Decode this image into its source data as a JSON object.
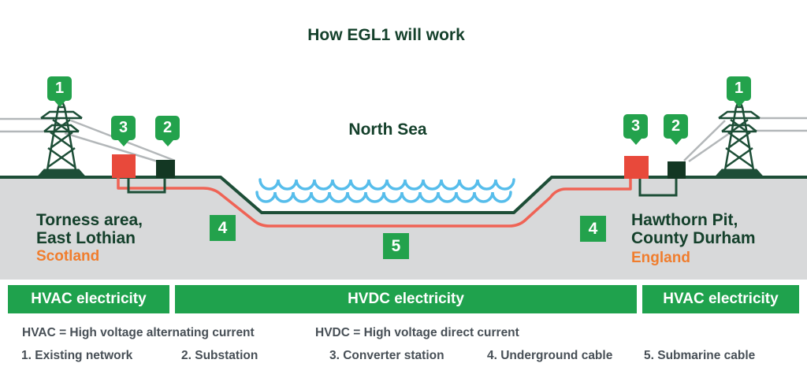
{
  "title": "How EGL1 will work",
  "sea": {
    "label": "North Sea"
  },
  "badges": {
    "left_pylon": "1",
    "left_converter": "3",
    "left_substation": "2",
    "left_underground": "4",
    "submarine": "5",
    "right_underground": "4",
    "right_converter": "3",
    "right_substation": "2",
    "right_pylon": "1"
  },
  "locations": {
    "left": {
      "name_line1": "Torness area,",
      "name_line2": "East Lothian",
      "country": "Scotland"
    },
    "right": {
      "name_line1": "Hawthorn Pit,",
      "name_line2": "County Durham",
      "country": "England"
    }
  },
  "bars": {
    "left": "HVAC electricity",
    "middle": "HVDC electricity",
    "right": "HVAC electricity"
  },
  "legend": {
    "definitions": {
      "hvac": "HVAC = High voltage alternating current",
      "hvdc": "HVDC = High voltage direct current"
    },
    "items": [
      "1. Existing network",
      "2. Substation",
      "3. Converter station",
      "4. Underground cable",
      "5. Submarine cable"
    ]
  },
  "colors": {
    "green": "#23a24c",
    "dark_green": "#14402b",
    "converter_red": "#e8493b",
    "cable_red": "#ef6355",
    "substation_dark": "#133723",
    "country_orange": "#f07d2d",
    "ground_gray": "#d8d9da",
    "wave_blue": "#56bdeb",
    "legend_text": "#474f56"
  }
}
